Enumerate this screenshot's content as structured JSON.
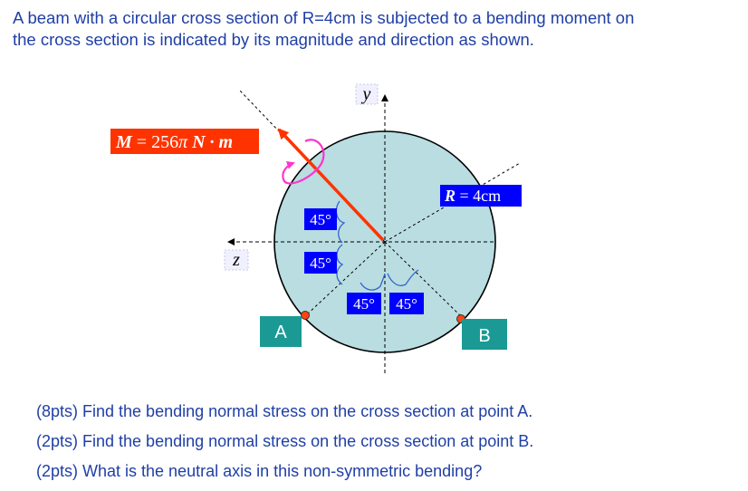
{
  "problem": {
    "line1": "A beam with a circular cross section of R=4cm is subjected to a bending moment on",
    "line2": "the cross section is indicated by its magnitude and direction as shown."
  },
  "figure": {
    "moment_prefix": "M",
    "moment_value": " = 256",
    "moment_pi": "π",
    "moment_unit": " N · m",
    "radius_prefix": "R",
    "radius_value": " = 4cm",
    "axis_y": "y",
    "axis_z": "z",
    "angle_1": "45°",
    "angle_2": "45°",
    "angle_3": "45°",
    "angle_4": "45°",
    "point_a": "A",
    "point_b": "B",
    "colors": {
      "circle_fill": "#b9dde1",
      "moment_arrow": "#ff3300",
      "label_box": "#0000ff",
      "point_box": "#1b9a95",
      "rotation_arc": "#ff33cc",
      "angle_brace": "#3366cc"
    }
  },
  "questions": [
    "(8pts) Find the bending normal stress on the cross section at point A.",
    "(2pts) Find the bending normal stress on the cross section at point B.",
    "(2pts) What is the neutral axis in this non-symmetric bending?"
  ]
}
